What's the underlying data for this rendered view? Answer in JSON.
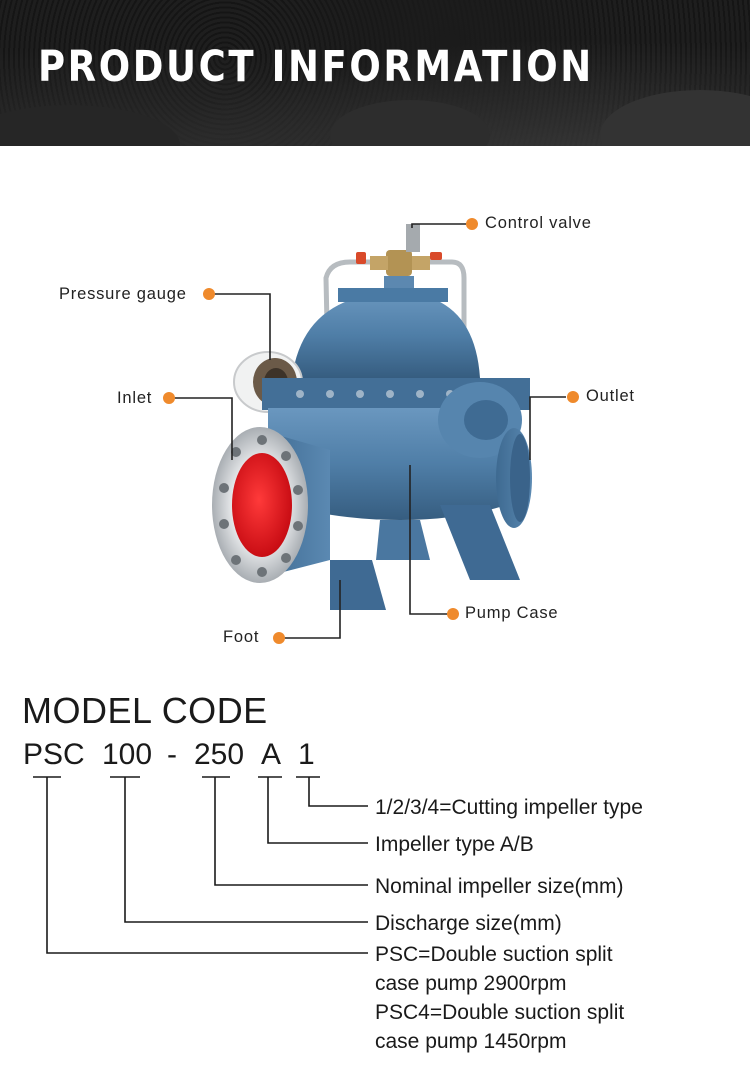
{
  "header": {
    "title": "PRODUCT INFORMATION"
  },
  "callouts": {
    "control_valve": "Control valve",
    "pressure_gauge": "Pressure gauge",
    "inlet": "Inlet",
    "outlet": "Outlet",
    "pump_case": "Pump Case",
    "foot": "Foot"
  },
  "model_code": {
    "title": "MODEL CODE",
    "parts": [
      "PSC",
      "100",
      "-",
      "250",
      "A",
      "1"
    ],
    "legend": {
      "cutting": "1/2/3/4=Cutting impeller type",
      "impeller": "Impeller type A/B",
      "nominal": "Nominal impeller size(mm)",
      "discharge": "Discharge size(mm)",
      "psc_line1": "PSC=Double suction split",
      "psc_line2": "case pump 2900rpm",
      "psc4_line1": "PSC4=Double suction split",
      "psc4_line2": "case pump 1450rpm"
    }
  },
  "colors": {
    "accent_dot": "#ef8a2c",
    "pump_blue": "#4f7ea7",
    "inlet_red": "#e8141c"
  }
}
